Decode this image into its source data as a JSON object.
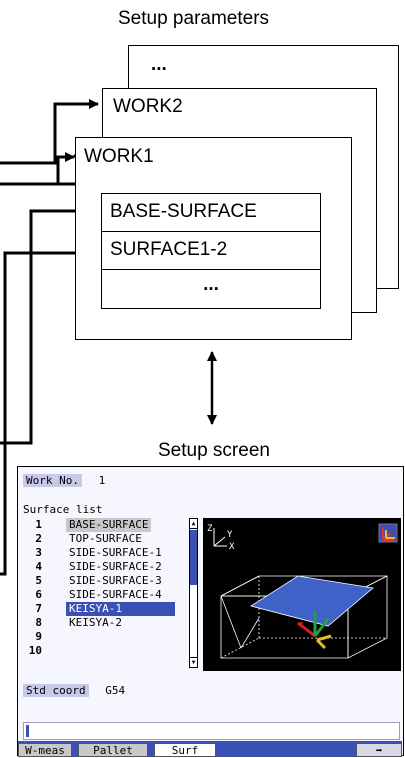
{
  "diagram": {
    "title_top": "Setup parameters",
    "title_bottom": "Setup screen",
    "ellipsis_back": "...",
    "work2_label": "WORK2",
    "work1_label": "WORK1",
    "surfaces": [
      "BASE-SURFACE",
      "SURFACE1-2",
      "..."
    ]
  },
  "screen": {
    "work_no_label": "Work No.",
    "work_no_value": "1",
    "surface_list_label": "Surface list",
    "rows": [
      {
        "num": "1",
        "name": "BASE-SURFACE"
      },
      {
        "num": "2",
        "name": "TOP-SURFACE"
      },
      {
        "num": "3",
        "name": "SIDE-SURFACE-1"
      },
      {
        "num": "4",
        "name": "SIDE-SURFACE-2"
      },
      {
        "num": "5",
        "name": "SIDE-SURFACE-3"
      },
      {
        "num": "6",
        "name": "SIDE-SURFACE-4"
      },
      {
        "num": "7",
        "name": "KEISYA-1"
      },
      {
        "num": "8",
        "name": "KEISYA-2"
      },
      {
        "num": "9",
        "name": ""
      },
      {
        "num": "10",
        "name": ""
      }
    ],
    "std_coord_label": "Std coord",
    "std_coord_value": "G54",
    "axis_y": "Y",
    "axis_z": "Z",
    "axis_x": "X",
    "tabs": [
      "W-meas",
      "Pallet",
      "Surf"
    ],
    "next_symbol": "➡",
    "colors": {
      "selected_row": "#3a50b6",
      "plane": "#3f62c8",
      "background": "#f6f6ff"
    }
  }
}
